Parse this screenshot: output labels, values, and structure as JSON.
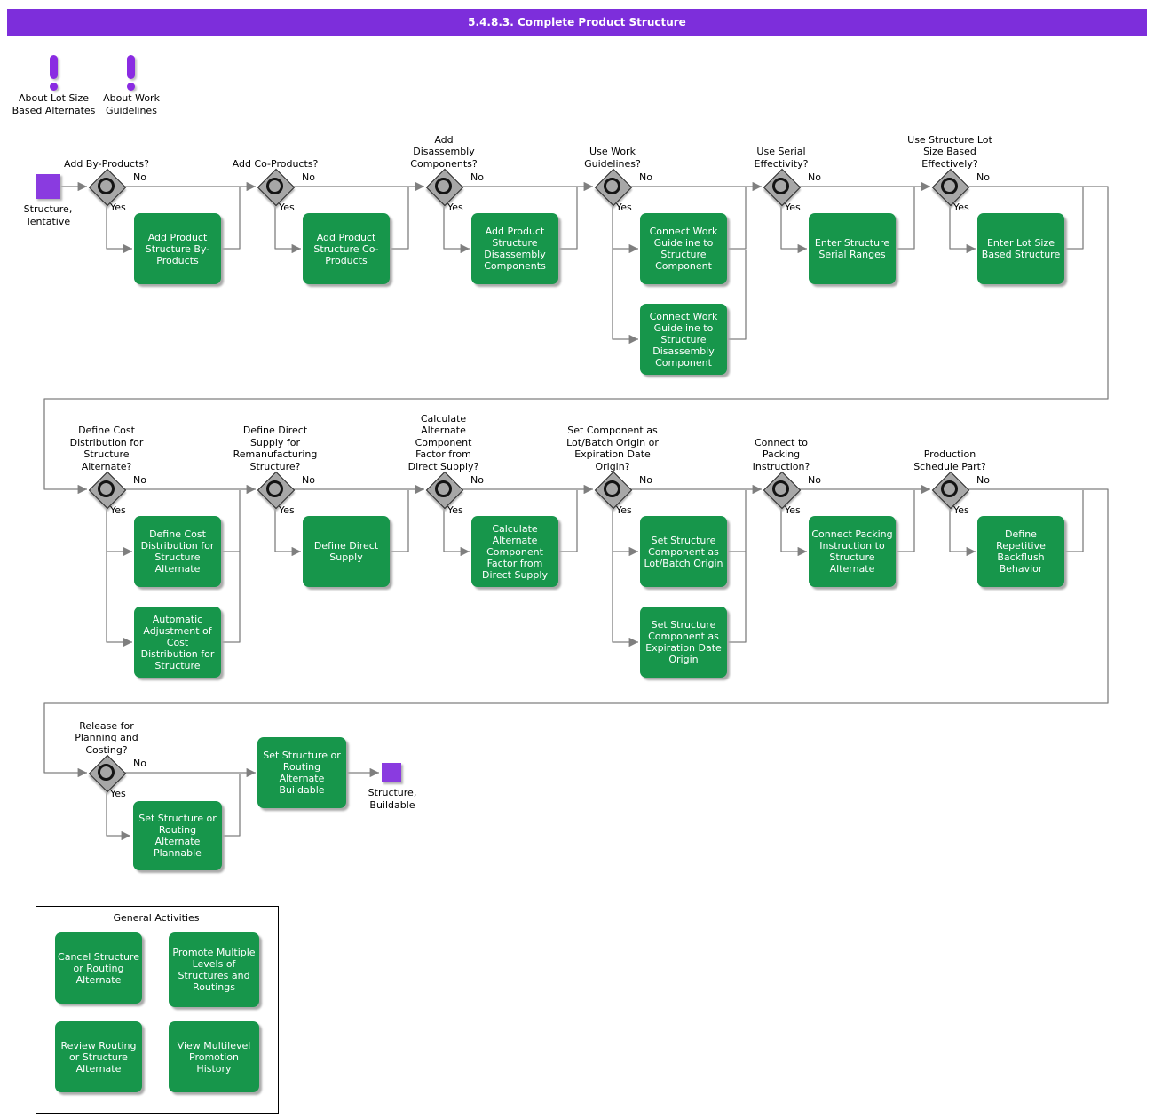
{
  "title_bar": {
    "title": "5.4.8.3. Complete Product Structure"
  },
  "notes": [
    {
      "label": "About Lot Size Based Alternates"
    },
    {
      "label": "About Work Guidelines"
    }
  ],
  "branch_labels": {
    "yes": "Yes",
    "no": "No"
  },
  "start_node": {
    "label": "Structure, Tentative"
  },
  "end_node": {
    "label": "Structure, Buildable"
  },
  "decisions": [
    {
      "question": "Add By-Products?",
      "activities": [
        "Add Product Structure By-Products"
      ]
    },
    {
      "question": "Add Co-Products?",
      "activities": [
        "Add Product Structure Co-Products"
      ]
    },
    {
      "question": "Add Disassembly Components?",
      "activities": [
        "Add Product Structure Disassembly Components"
      ]
    },
    {
      "question": "Use Work Guidelines?",
      "activities": [
        "Connect Work Guideline to Structure Component",
        "Connect Work Guideline to Structure Disassembly Component"
      ]
    },
    {
      "question": "Use Serial Effectivity?",
      "activities": [
        "Enter Structure Serial Ranges"
      ]
    },
    {
      "question": "Use Structure Lot Size Based Effectively?",
      "activities": [
        "Enter Lot Size Based Structure"
      ]
    },
    {
      "question": "Define Cost Distribution for Structure Alternate?",
      "activities": [
        "Define Cost Distribution for Structure Alternate",
        "Automatic Adjustment of Cost Distribution for Structure"
      ]
    },
    {
      "question": "Define Direct Supply for Remanufacturing Structure?",
      "activities": [
        "Define Direct Supply"
      ]
    },
    {
      "question": "Calculate Alternate Component Factor from Direct Supply?",
      "activities": [
        "Calculate Alternate Component Factor from Direct Supply"
      ]
    },
    {
      "question": "Set Component as Lot/Batch Origin or Expiration Date Origin?",
      "activities": [
        "Set Structure Component as Lot/Batch Origin",
        "Set Structure Component as Expiration Date Origin"
      ]
    },
    {
      "question": "Connect to Packing Instruction?",
      "activities": [
        "Connect Packing Instruction to Structure Alternate"
      ]
    },
    {
      "question": "Production Schedule Part?",
      "activities": [
        "Define Repetitive Backflush Behavior"
      ]
    },
    {
      "question": "Release for Planning and Costing?",
      "activities": [
        "Set Structure or Routing Alternate Plannable"
      ]
    }
  ],
  "final_activity": "Set Structure or Routing Alternate Buildable",
  "general_activities": {
    "title": "General Activities",
    "items": [
      "Cancel Structure or Routing Alternate",
      "Promote Multiple Levels of Structures and Routings",
      "Review Routing or Structure Alternate",
      "View Multilevel Promotion History"
    ]
  },
  "colors": {
    "accent_purple": "#7D2EDB",
    "activity_green": "#17964B",
    "connector_gray": "#7F7F7F",
    "diamond_gray": "#A7A7A7"
  }
}
